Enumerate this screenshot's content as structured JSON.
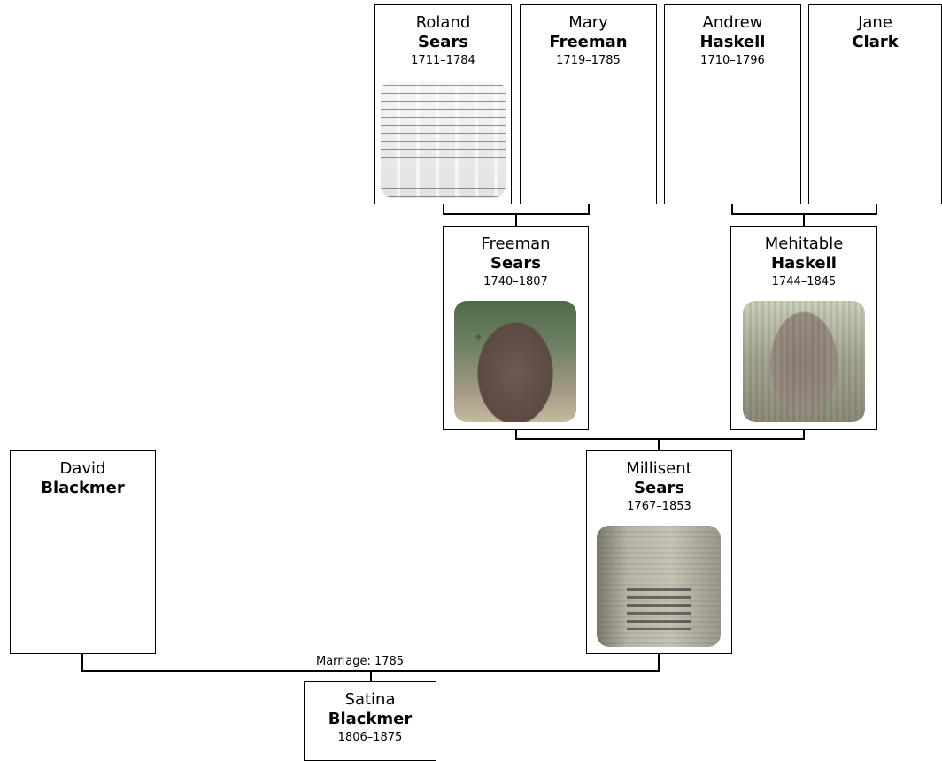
{
  "tree": {
    "persons": {
      "roland_sears": {
        "given": "Roland",
        "surname": "Sears",
        "dates": "1711–1784"
      },
      "mary_freeman": {
        "given": "Mary",
        "surname": "Freeman",
        "dates": "1719–1785"
      },
      "andrew_haskell": {
        "given": "Andrew",
        "surname": "Haskell",
        "dates": "1710–1796"
      },
      "jane_clark": {
        "given": "Jane",
        "surname": "Clark",
        "dates": ""
      },
      "freeman_sears": {
        "given": "Freeman",
        "surname": "Sears",
        "dates": "1740–1807"
      },
      "mehitable_haskell": {
        "given": "Mehitable",
        "surname": "Haskell",
        "dates": "1744–1845"
      },
      "david_blackmer": {
        "given": "David",
        "surname": "Blackmer",
        "dates": ""
      },
      "millisent_sears": {
        "given": "Millisent",
        "surname": "Sears",
        "dates": "1767–1853"
      },
      "satina_blackmer": {
        "given": "Satina",
        "surname": "Blackmer",
        "dates": "1806–1875"
      }
    },
    "marriage_label": "Marriage: 1785"
  }
}
